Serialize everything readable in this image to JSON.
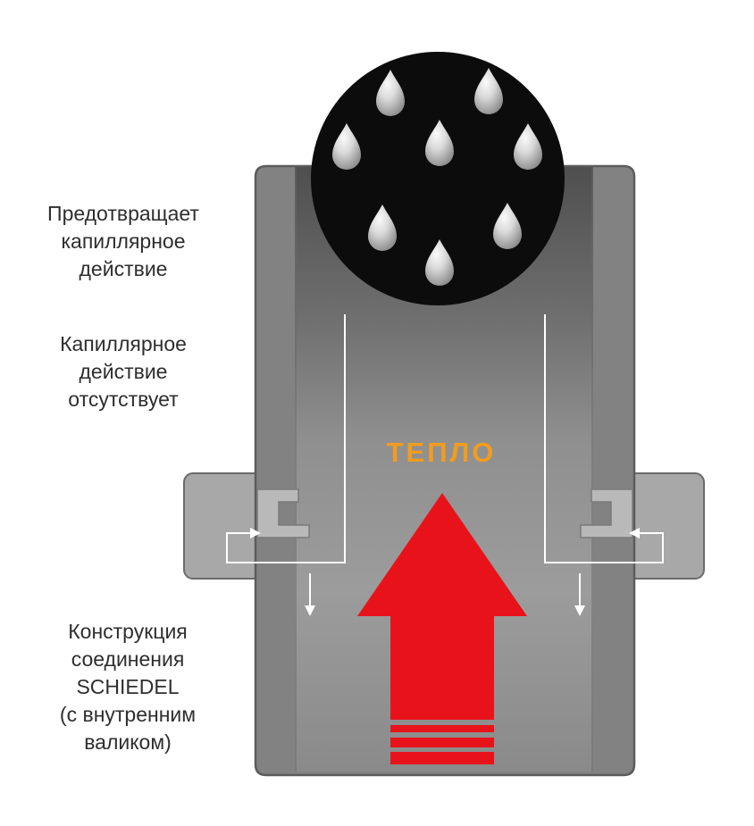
{
  "diagram": {
    "labels": {
      "heat": "ТЕПЛО",
      "prevents_capillary": [
        "Предотвращает",
        "капиллярное",
        "действие"
      ],
      "no_capillary": [
        "Капиллярное",
        "действие",
        "отсутствует"
      ],
      "joint_construction": [
        "Конструкция",
        "соединения",
        "SCHIEDEL",
        "(с внутренним",
        "валиком)"
      ]
    },
    "colors": {
      "heat_arrow": "#e8131a",
      "heat_text": "#f29c1f",
      "droplet_circle": "#0c0c0c",
      "pipe_wall": "#828282",
      "joint_collar": "#a8a8a8",
      "flow_lines": "#ffffff"
    },
    "droplet_count": 8
  }
}
